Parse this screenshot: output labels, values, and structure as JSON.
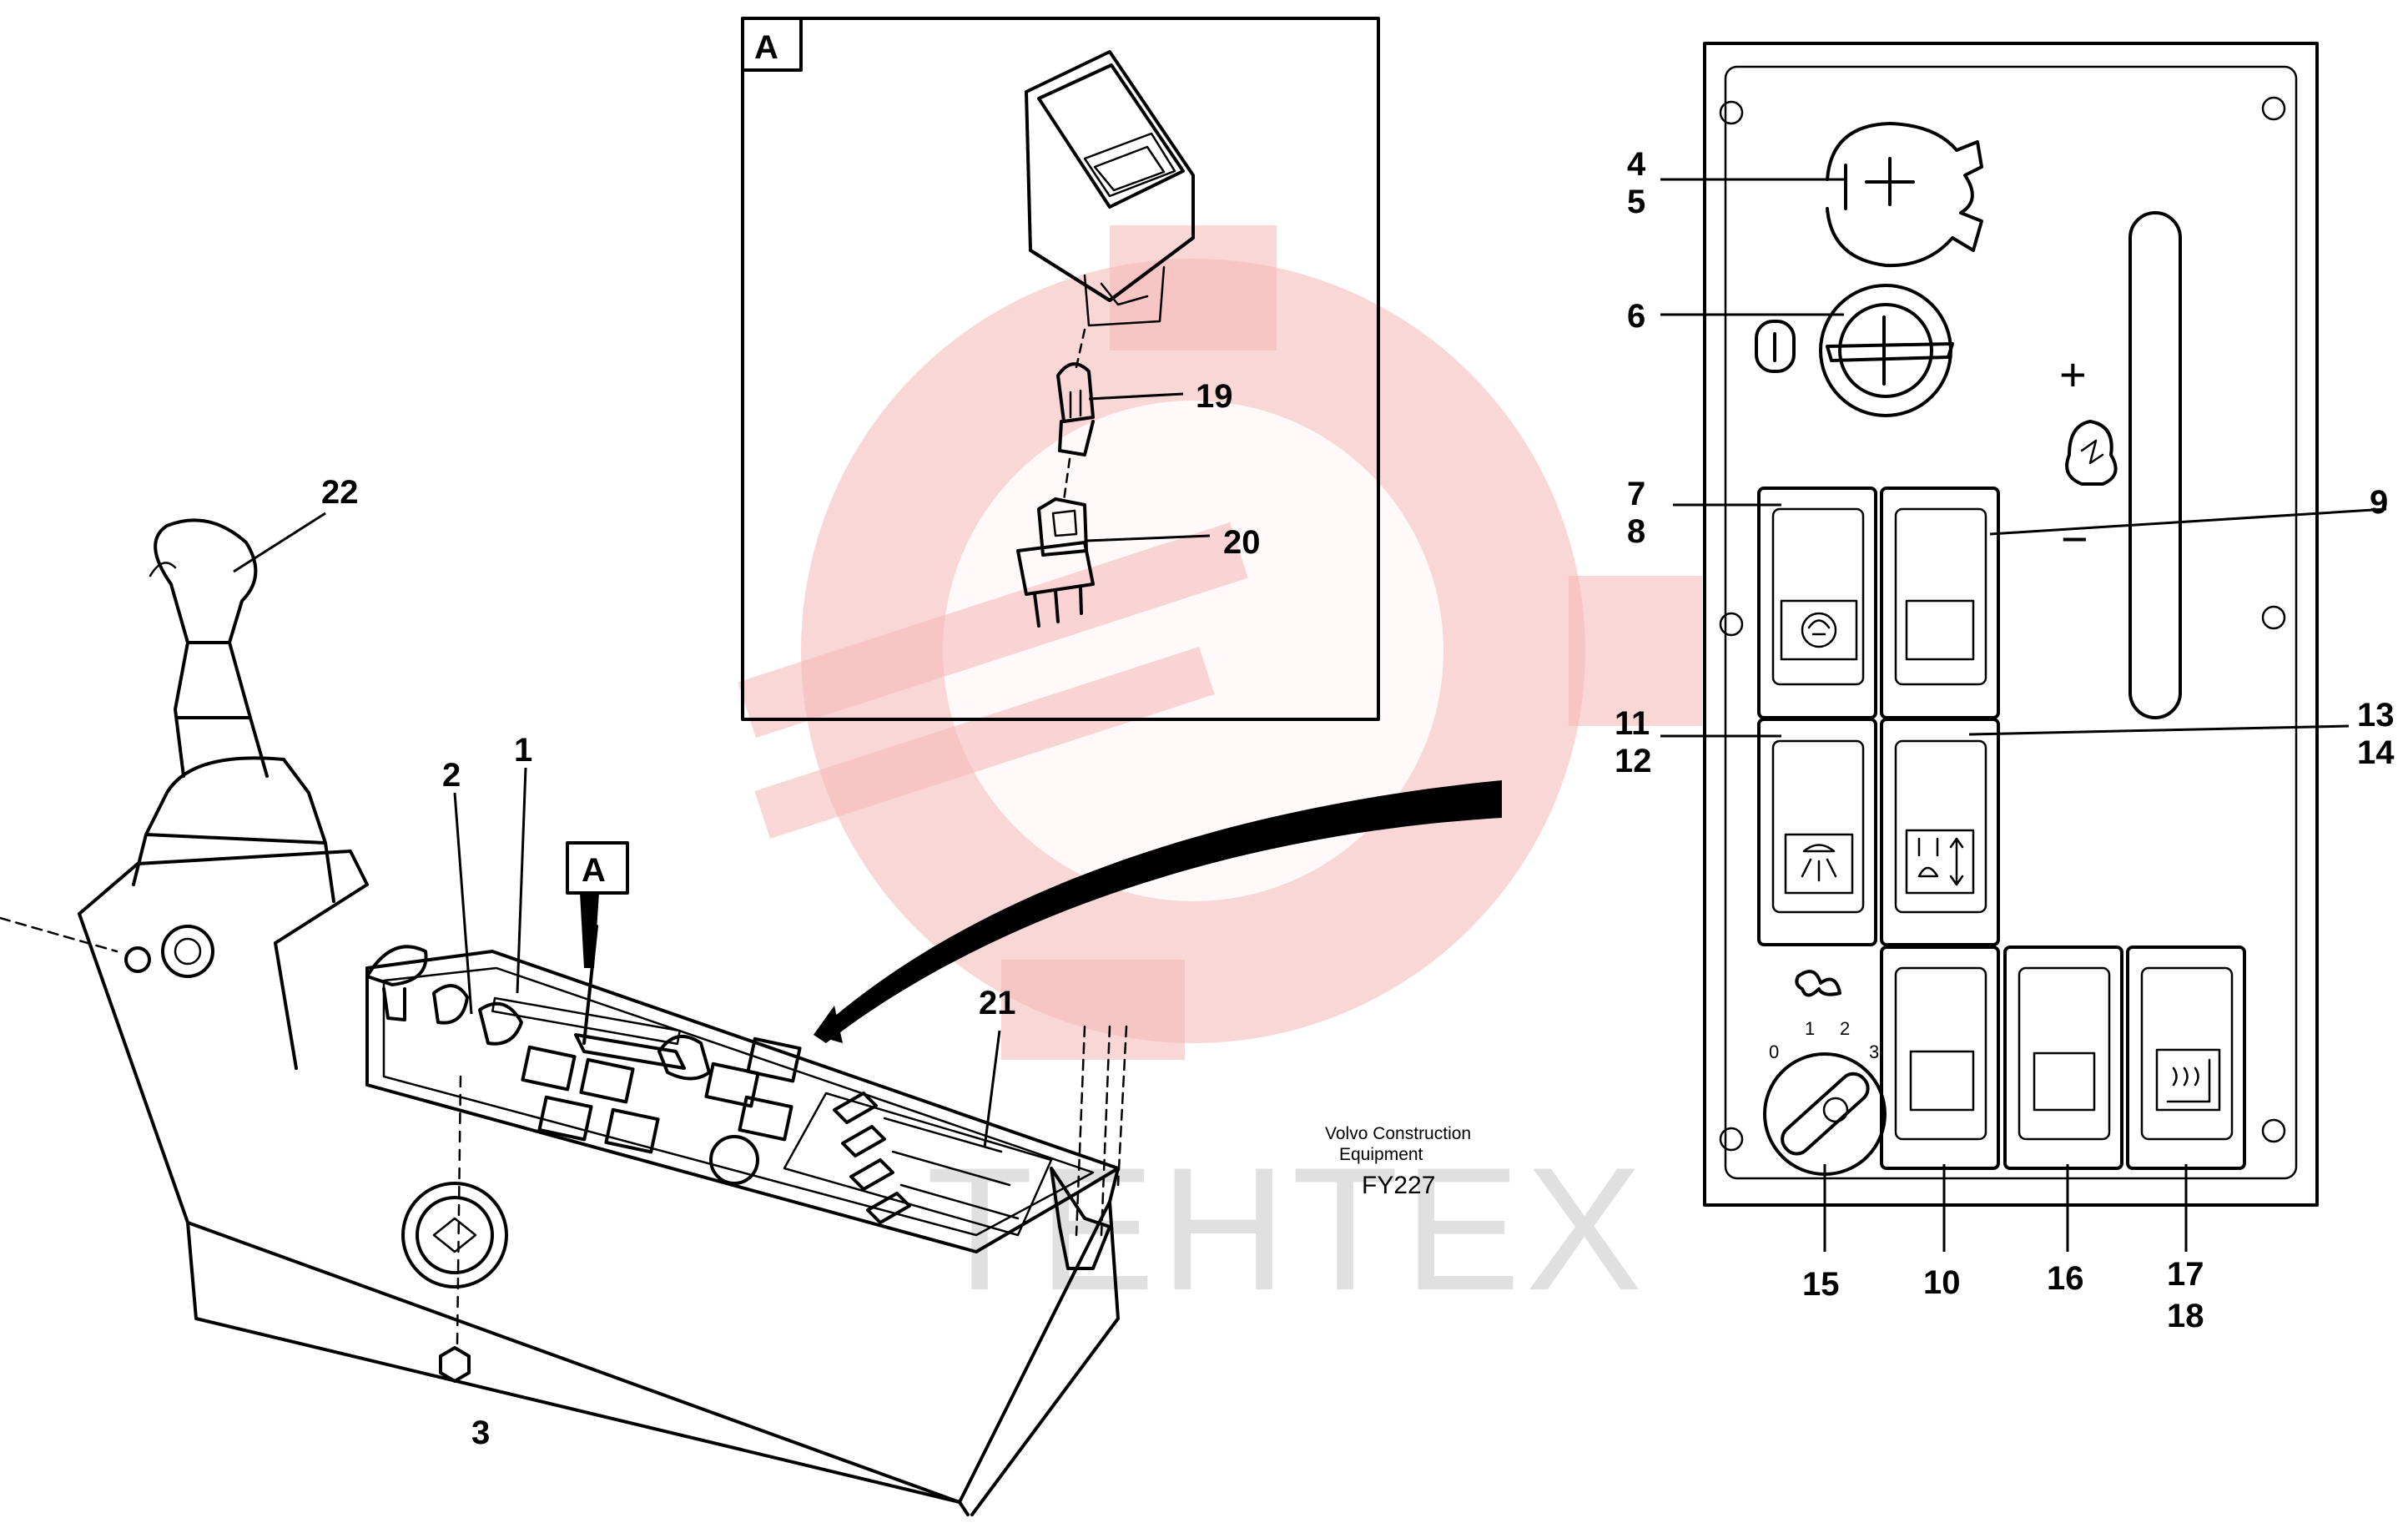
{
  "detail_view": {
    "label": "A"
  },
  "panel_reference": {
    "label": "A"
  },
  "panel_symbols": {
    "plus": "+",
    "minus": "−",
    "fan_speeds": [
      "0",
      "1",
      "2",
      "3"
    ]
  },
  "callouts": {
    "c1": "1",
    "c2": "2",
    "c3": "3",
    "c4": "4",
    "c5": "5",
    "c6": "6",
    "c7": "7",
    "c8": "8",
    "c9": "9",
    "c10": "10",
    "c11": "11",
    "c12": "12",
    "c13": "13",
    "c14": "14",
    "c15": "15",
    "c16": "16",
    "c17": "17",
    "c18": "18",
    "c19": "19",
    "c20": "20",
    "c21": "21",
    "c22": "22"
  },
  "imprint": {
    "line1": "Volvo Construction",
    "line2": "Equipment",
    "code": "FY227"
  },
  "watermark": {
    "text": "TEHTEX"
  },
  "colors": {
    "ink": "#000000",
    "watermark_logo": "#f5b7b7",
    "watermark_text": "#d4d4d4"
  }
}
